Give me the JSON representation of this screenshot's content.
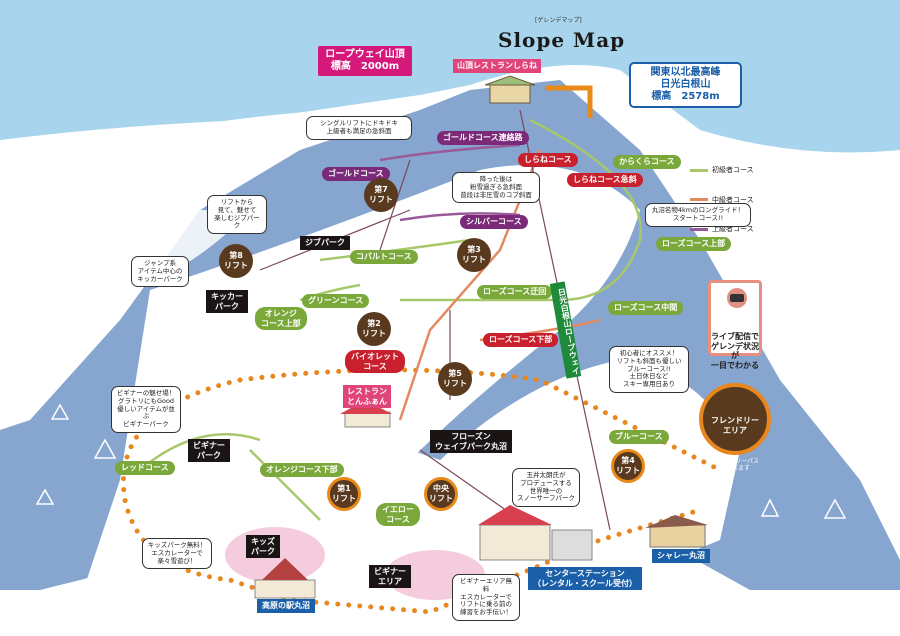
{
  "title": {
    "main": "Slope Map",
    "sub": "[ゲレンデマップ]"
  },
  "summit": {
    "line1": "ロープウェイ山頂",
    "line2": "標高　2000m"
  },
  "peak": {
    "text": "関東以北最高峰\n日光白根山\n標高　2578m"
  },
  "legend": [
    {
      "label": "初級者コース",
      "color": "#a6c86a"
    },
    {
      "label": "中級者コース",
      "color": "#e58a60"
    },
    {
      "label": "上級者コース",
      "color": "#9a5a9a"
    }
  ],
  "facilities": {
    "summit_restaurant": "山頂レストランしらね",
    "tonfan": "レストラン\nとんふぁん",
    "kogen": "高原の駅丸沼",
    "chalet": "シャレー丸沼",
    "center": "センターステーション\n（レンタル・スクール受付）"
  },
  "courses": {
    "gold_link": "ゴールドコース連絡路",
    "gold": "ゴールドコース",
    "silver": "シルバーコース",
    "shirane": "しらねコース",
    "shirane_steep": "しらねコース急斜",
    "karakura": "からくらコース",
    "rose_upper": "ローズコース上部",
    "cobalt": "コバルトコース",
    "green": "グリーンコース",
    "orange_upper": "オレンジ\nコース上部",
    "rose_detour": "ローズコース迂回",
    "rose_middle": "ローズコース中間",
    "rose_lower": "ローズコース下部",
    "violet": "バイオレット\nコース",
    "blue": "ブルーコース",
    "red": "レッドコース",
    "orange_lower": "オレンジコース下部",
    "yellow": "イエロー\nコース"
  },
  "ropeway": "日光白根山ロープウェイ",
  "parks": {
    "jib": "ジブパーク",
    "kicker": "キッカー\nパーク",
    "beginner_park": "ビギナー\nパーク",
    "frozen": "フローズン\nウェイブパーク丸沼",
    "kids": "キッズ\nパーク",
    "beginner_area": "ビギナー\nエリア"
  },
  "lifts": {
    "l7": "第7\nリフト",
    "l8": "第8\nリフト",
    "l3": "第3\nリフト",
    "l2": "第2\nリフト",
    "l5": "第5\nリフト",
    "l4": "第4\nリフト",
    "l1": "第1\nリフト",
    "central": "中央\nリフト"
  },
  "callouts": {
    "single": "シングルリフトにドキドキ\n上級者も満足の急斜面",
    "powder": "降った後は\n粉雪過ぎる急斜面\n普段は非圧雪のコブ斜面",
    "longride": "丸沼名物4kmのロングライド！\nスタートコース!!",
    "jib": "リフトから\n見て、魅せて\n楽しむジブパーク",
    "kicker": "ジャンプ系\nアイテム中心の\nキッカーパーク",
    "blue": "初心者にオススメ！\nリフトも斜面も優しい\nブルーコース!!\n土日休日など\nスキー専用日あり",
    "beginner": "ビギナーの魅せ場！\nグラトリにもGood\n優しいアイテムが並ぶ\nビギナーパーク",
    "tamai": "玉井太朗氏が\nプロデュースする\n世界唯一の\nスノーサーフパーク",
    "kids": "キッズパーク無料！\nエスカレーターで\n楽々雪遊び！",
    "beginner_area": "ビギナーエリア無料\nエスカレーターで\nリフトに乗る前の\n練習をお手伝い！"
  },
  "live": "ライブ配信で\nゲレンデ状況が\n一目でわかる",
  "friendly": {
    "title": "フレンドリー\nエリア",
    "sub": "フレンドリーパス\nで遊べます"
  }
}
